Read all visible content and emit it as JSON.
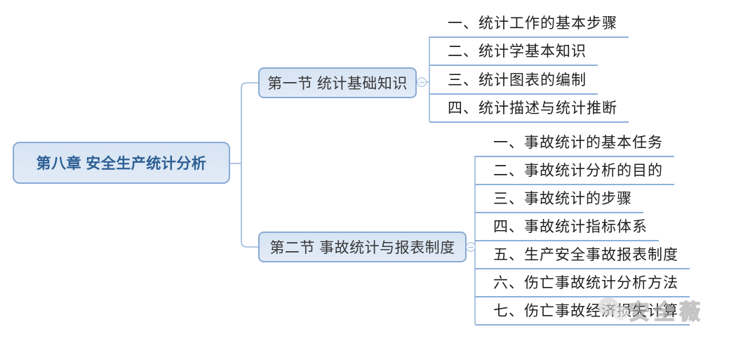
{
  "mindmap": {
    "root": {
      "label": "第八章 安全生产统计分析"
    },
    "branches": [
      {
        "label": "第一节 统计基础知识",
        "toggle": "collapsed-minus",
        "children": [
          "一、统计工作的基本步骤",
          "二、统计学基本知识",
          "三、统计图表的编制",
          "四、统计描述与统计推断"
        ]
      },
      {
        "label": "第二节 事故统计与报表制度",
        "toggle": "collapsed-minus",
        "children": [
          "一、事故统计的基本任务",
          "二、事故统计分析的目的",
          "三、事故统计的步骤",
          "四、事故统计指标体系",
          "五、生产安全事故报表制度",
          "六、伤亡事故统计分析方法",
          "七、伤亡事故经济损失计算"
        ]
      }
    ],
    "colors": {
      "node_fill": "#d7e4f3",
      "node_border": "#89abd6",
      "root_text": "#2d5f94",
      "topic_text": "#1f1f1f",
      "line": "#9ab6dc"
    },
    "watermark": {
      "icon": "wechat-logo",
      "text": "安全薇"
    }
  }
}
